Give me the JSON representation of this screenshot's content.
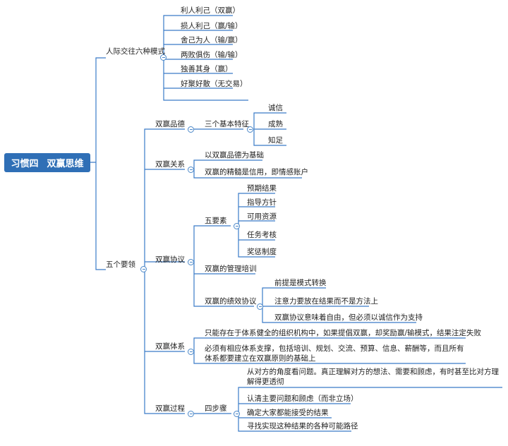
{
  "root": {
    "part1": "习惯四",
    "part2": "双赢思维"
  },
  "branches": {
    "modes": {
      "label": "人际交往六种模式",
      "items": [
        "利人利己（双赢）",
        "损人利己（赢/输）",
        "舍己为人（输/赢）",
        "两败俱伤（输/输）",
        "独善其身（赢）",
        "好聚好散（无交易）"
      ]
    },
    "essentials": {
      "label": "五个要领",
      "character": {
        "label": "双赢品德",
        "traits_label": "三个基本特征",
        "traits": [
          "诚信",
          "成熟",
          "知足"
        ]
      },
      "relationship": {
        "label": "双赢关系",
        "items": [
          "以双赢品德为基础",
          "双赢的精髓是信用，即情感账户"
        ]
      },
      "agreement": {
        "label": "双赢协议",
        "elements_label": "五要素",
        "elements": [
          "预期结果",
          "指导方针",
          "可用资源",
          "任务考核",
          "奖惩制度"
        ],
        "training": "双赢的管理培训",
        "performance_label": "双赢的绩效协议",
        "performance_items": [
          "前提是模式转换",
          "注意力要放在结果而不是方法上",
          "双赢协议意味着自由，但必须以诚信作为支持"
        ]
      },
      "system": {
        "label": "双赢体系",
        "items": [
          "只能存在于体系健全的组织机构中，如果提倡双赢，却奖励赢/输模式，结果注定失败",
          "必须有相应体系支撑，包括培训、规划、交流、预算、信息、薪酬等，而且所有体系都要建立在双赢原则的基础上"
        ]
      },
      "process": {
        "label": "双赢过程",
        "steps_label": "四步骤",
        "steps": [
          "从对方的角度看问题。真正理解对方的想法、需要和顾虑，有时甚至比对方理解得更透彻",
          "认清主要问题和顾虑（而非立场）",
          "确定大家都能接受的结果",
          "寻找实现这种结果的各种可能路径"
        ]
      }
    }
  }
}
